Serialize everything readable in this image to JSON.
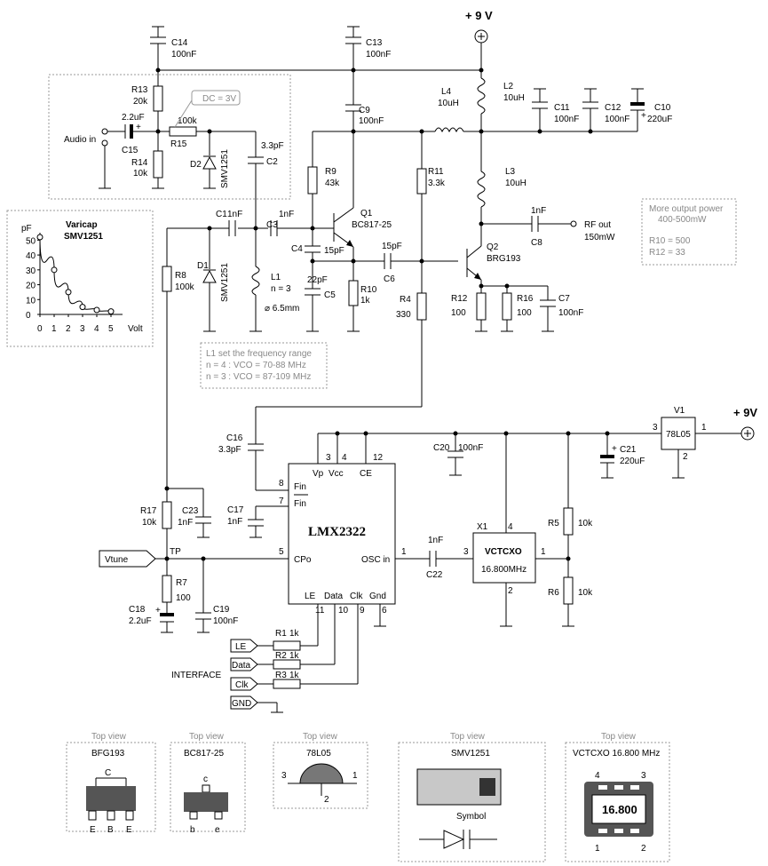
{
  "supply": {
    "top": "+ 9 V",
    "right": "+ 9V"
  },
  "capacitors": {
    "c14": {
      "name": "C14",
      "value": "100nF"
    },
    "c13": {
      "name": "C13",
      "value": "100nF"
    },
    "c9": {
      "name": "C9",
      "value": "100nF"
    },
    "c11": {
      "name": "C11",
      "value": "100nF"
    },
    "c12": {
      "name": "C12",
      "value": "100nF"
    },
    "c10": {
      "name": "C10",
      "value": "220uF"
    },
    "c15": {
      "name": "C15",
      "value": "2.2uF"
    },
    "c2": {
      "name": "C2",
      "value": "3.3pF"
    },
    "c1": {
      "name": "C1",
      "value": "1nF"
    },
    "c3": {
      "name": "C3",
      "value": "1nF"
    },
    "c4": {
      "name": "C4",
      "value": "15pF"
    },
    "c5": {
      "name": "C5",
      "value": "22pF"
    },
    "c6": {
      "name": "C6",
      "value": "15pF"
    },
    "c8": {
      "name": "C8",
      "value": "1nF"
    },
    "c7": {
      "name": "C7",
      "value": "100nF"
    },
    "c16": {
      "name": "C16",
      "value": "3.3pF"
    },
    "c17": {
      "name": "C17",
      "value": "1nF"
    },
    "c23": {
      "name": "C23",
      "value": "1nF"
    },
    "c18": {
      "name": "C18",
      "value": "2.2uF"
    },
    "c19": {
      "name": "C19",
      "value": "100nF"
    },
    "c20": {
      "name": "C20",
      "value": "100nF"
    },
    "c21": {
      "name": "C21",
      "value": "220uF"
    },
    "c22": {
      "name": "C22",
      "value": "1nF"
    }
  },
  "resistors": {
    "r13": {
      "name": "R13",
      "value": "20k"
    },
    "r14": {
      "name": "R14",
      "value": "10k"
    },
    "r15": {
      "name": "R15",
      "value": "100k"
    },
    "r9": {
      "name": "R9",
      "value": "43k"
    },
    "r11": {
      "name": "R11",
      "value": "3.3k"
    },
    "r8": {
      "name": "R8",
      "value": "100k"
    },
    "r10": {
      "name": "R10",
      "value": "1k"
    },
    "r4": {
      "name": "R4",
      "value": "330"
    },
    "r12": {
      "name": "R12",
      "value": "100"
    },
    "r16": {
      "name": "R16",
      "value": "100"
    },
    "r17": {
      "name": "R17",
      "value": "10k"
    },
    "r7": {
      "name": "R7",
      "value": "100"
    },
    "r5": {
      "name": "R5",
      "value": "10k"
    },
    "r6": {
      "name": "R6",
      "value": "10k"
    },
    "r1": {
      "name": "R1",
      "value": "1k"
    },
    "r2": {
      "name": "R2",
      "value": "1k"
    },
    "r3": {
      "name": "R3",
      "value": "1k"
    }
  },
  "inductors": {
    "l1": {
      "name": "L1",
      "value": "n = 3",
      "dia": "⌀ 6.5mm"
    },
    "l2": {
      "name": "L2",
      "value": "10uH"
    },
    "l3": {
      "name": "L3",
      "value": "10uH"
    },
    "l4": {
      "name": "L4",
      "value": "10uH"
    }
  },
  "diodes": {
    "d1": {
      "name": "D1",
      "type": "SMV1251"
    },
    "d2": {
      "name": "D2",
      "type": "SMV1251"
    }
  },
  "transistors": {
    "q1": {
      "name": "Q1",
      "type": "BC817-25"
    },
    "q2": {
      "name": "Q2",
      "type": "BRG193"
    }
  },
  "labels": {
    "audio_in": "Audio in",
    "dc_note": "DC = 3V",
    "rf_out": "RF out",
    "rf_power": "150mW",
    "vtune": "Vtune",
    "tp": "TP",
    "interface": "INTERFACE",
    "plus": "+"
  },
  "notes": {
    "output_power": [
      "More output power",
      "400-500mW",
      "R10 = 500",
      "R12 = 33"
    ],
    "l1_range": [
      "L1 set the frequency range",
      "n = 4 : VCO = 70-88 MHz",
      "n = 3 : VCO = 87-109 MHz"
    ]
  },
  "varicap_chart": {
    "title1": "Varicap",
    "title2": "SMV1251",
    "y_unit": "pF",
    "x_unit": "Volt",
    "y_ticks": [
      "50",
      "40",
      "30",
      "20",
      "10",
      "0"
    ],
    "x_ticks": [
      "0",
      "1",
      "2",
      "3",
      "4",
      "5"
    ]
  },
  "chart_data": {
    "type": "line",
    "title": "Varicap SMV1251",
    "xlabel": "Volt",
    "ylabel": "pF",
    "x": [
      0,
      1,
      2,
      3,
      4,
      5
    ],
    "series": [
      {
        "values": [
          52,
          30,
          15,
          5,
          3,
          2
        ]
      }
    ],
    "xlim": [
      0,
      5
    ],
    "ylim": [
      0,
      55
    ]
  },
  "pll": {
    "name": "LMX2322",
    "pins": {
      "vp": "Vp",
      "vcc": "Vcc",
      "ce": "CE",
      "fin": "Fin",
      "finb": "Fin",
      "cpo": "CPo",
      "osc": "OSC in",
      "le": "LE",
      "data": "Data",
      "clk": "Clk",
      "gnd": "Gnd"
    },
    "pin_numbers": {
      "p3": "3",
      "p4": "4",
      "p12": "12",
      "p8": "8",
      "p7": "7",
      "p5": "5",
      "p1": "1",
      "p11": "11",
      "p10": "10",
      "p9": "9",
      "p6": "6"
    }
  },
  "tcxo": {
    "ref": "X1",
    "name": "VCTCXO",
    "freq": "16.800MHz",
    "pins": {
      "p3": "3",
      "p4": "4",
      "p1": "1",
      "p2": "2"
    }
  },
  "regulator": {
    "ref": "V1",
    "name": "78L05",
    "pins": {
      "p3": "3",
      "p1": "1",
      "p2": "2"
    }
  },
  "interface_ports": {
    "le": "LE",
    "data": "Data",
    "clk": "Clk",
    "gnd": "GND"
  },
  "top_views": {
    "heading": "Top view",
    "bfg": {
      "title": "BFG193",
      "c": "C",
      "e1": "E",
      "b": "B",
      "e2": "E"
    },
    "bc": {
      "title": "BC817-25",
      "c": "c",
      "b": "b",
      "e": "e"
    },
    "reg": {
      "title": "78L05",
      "p3": "3",
      "p1": "1",
      "p2": "2"
    },
    "smv": {
      "title": "SMV1251",
      "symbol": "Symbol"
    },
    "tcxo": {
      "title": "VCTCXO 16.800 MHz",
      "p4": "4",
      "p3": "3",
      "p1": "1",
      "p2": "2",
      "display": "16.800"
    }
  }
}
